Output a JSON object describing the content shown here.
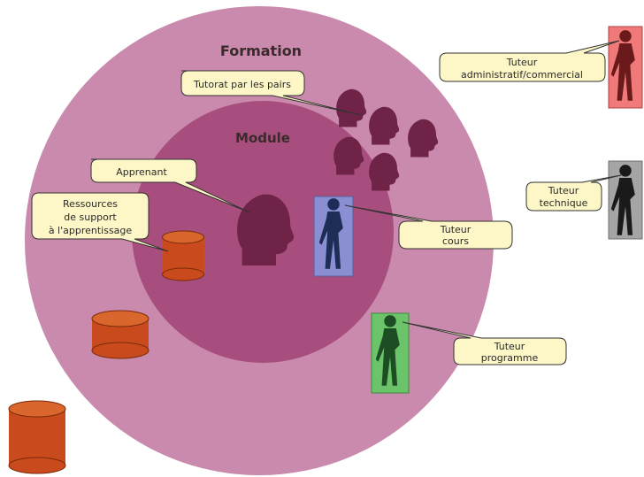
{
  "titles": {
    "outer": "Formation",
    "inner": "Module"
  },
  "callouts": {
    "peer_tutoring": "Tutorat par les pairs",
    "learner": "Apprenant",
    "resources": [
      "Ressources",
      "de support",
      "à l'apprentissage"
    ],
    "course_tutor": [
      "Tuteur",
      "cours"
    ],
    "program_tutor": [
      "Tuteur",
      "programme"
    ],
    "admin_tutor": [
      "Tuteur",
      "administratif/commercial"
    ],
    "tech_tutor": [
      "Tuteur",
      "technique"
    ]
  },
  "colors": {
    "outer_circle": "#c98aad",
    "inner_circle": "#a84e7e",
    "silhouette": "#6e2347",
    "callout_fill": "#fdf6c6",
    "callout_stroke": "#333333",
    "cylinder": "#c94a1c",
    "cylinder_top": "#d9662c",
    "course_tutor_bg": "#8a8fd4",
    "program_tutor_bg": "#6cc46a",
    "admin_tutor_bg": "#f07a7a",
    "tech_tutor_bg": "#a5a5a5"
  },
  "icons": [
    "head-silhouette-icon",
    "standing-person-icon",
    "database-cylinder-icon"
  ]
}
